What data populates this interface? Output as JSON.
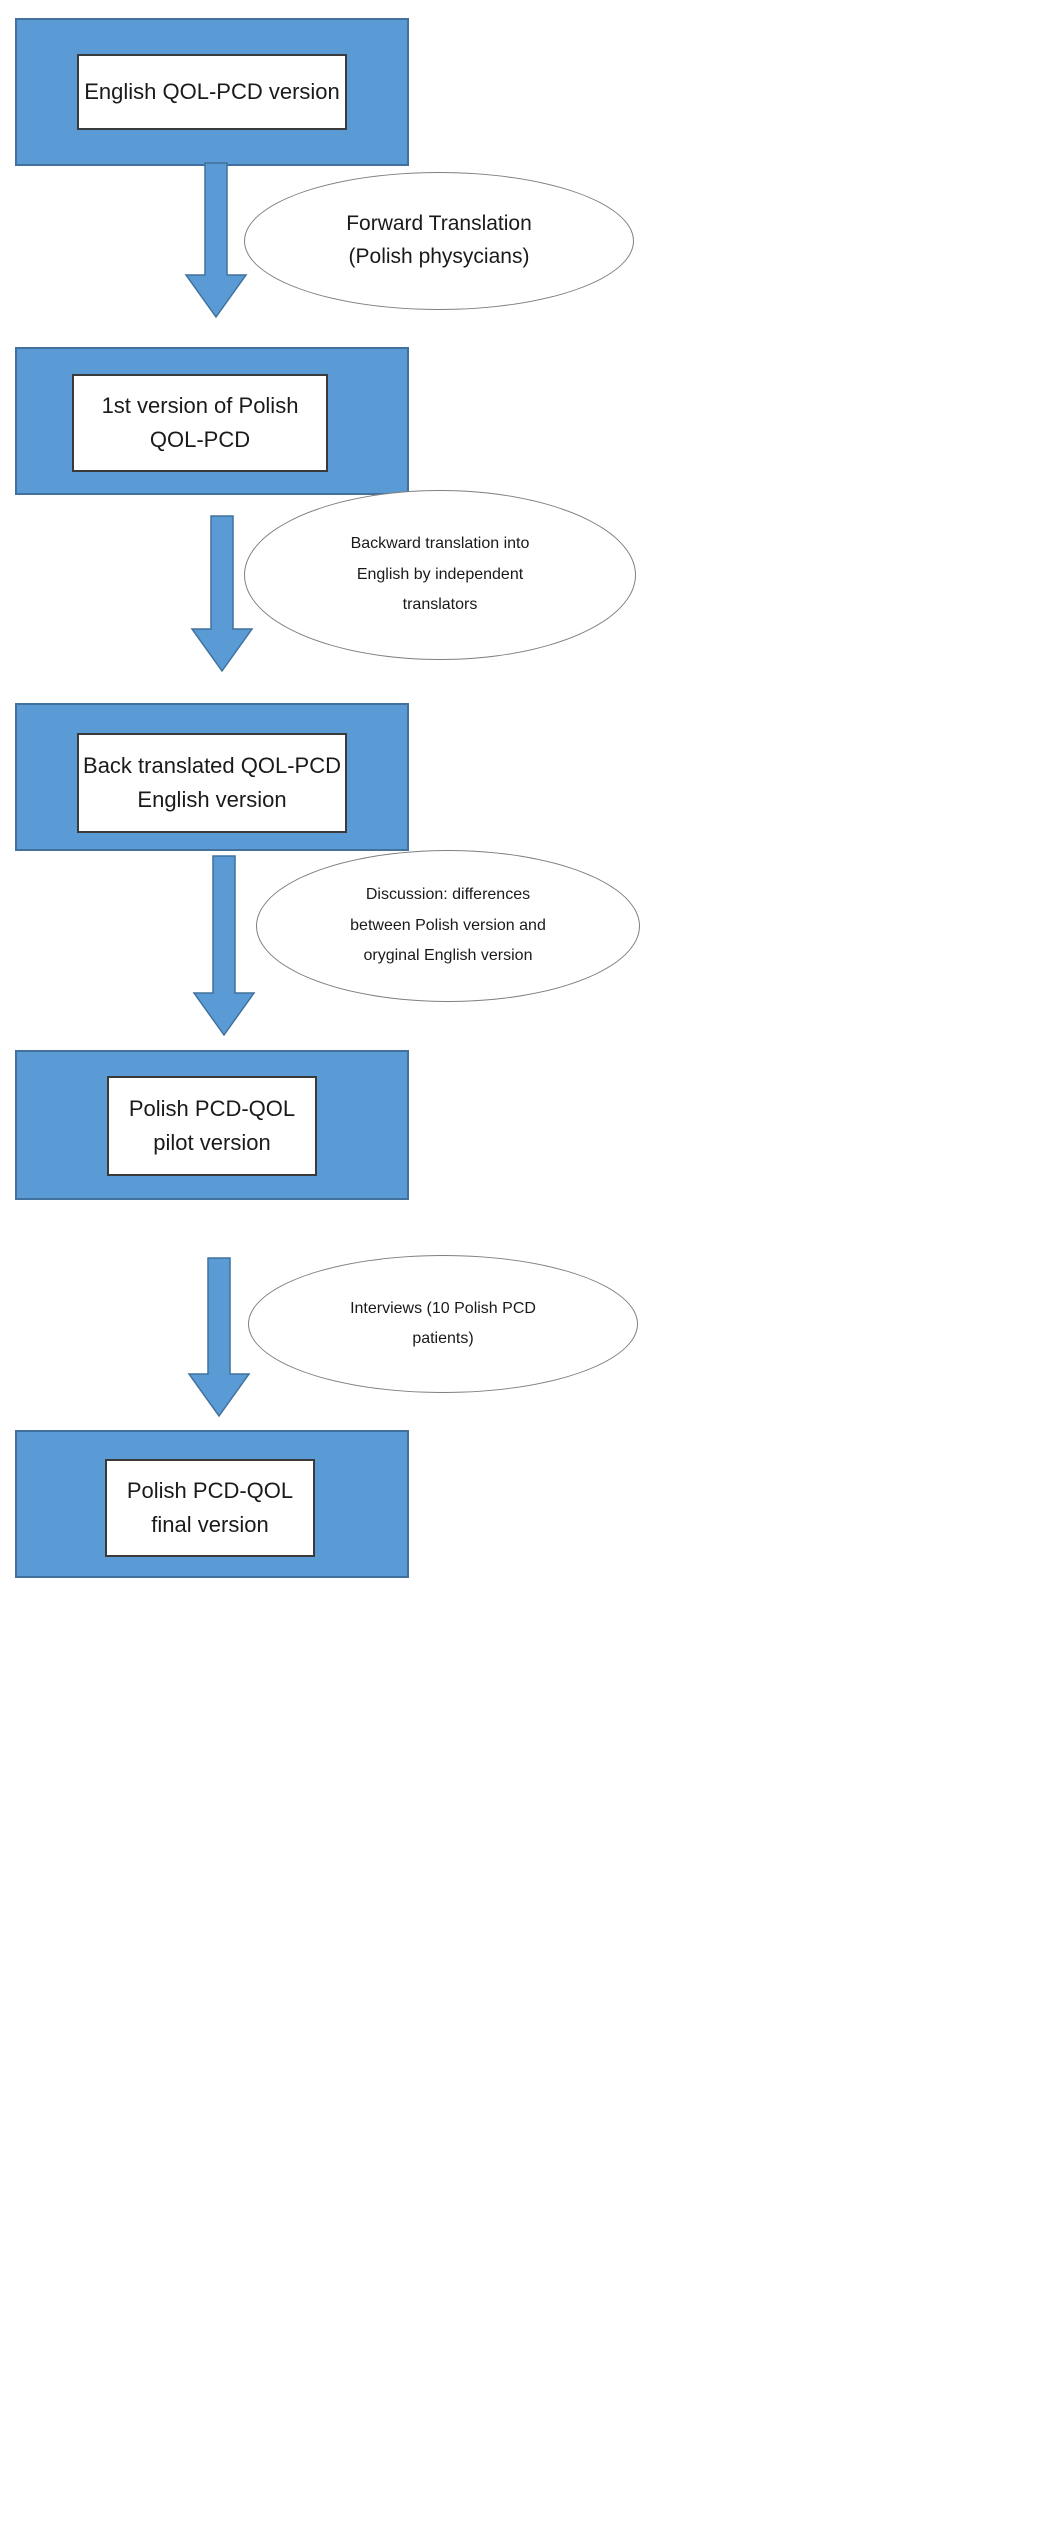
{
  "colors": {
    "panel_fill": "#5b9bd5",
    "panel_border": "#41719c",
    "arrow_fill": "#5b9bd5",
    "box_fill": "#ffffff",
    "ellipse_border": "#7f7f7f"
  },
  "steps": [
    {
      "lines": [
        "English QOL-PCD version"
      ]
    },
    {
      "lines": [
        "1st version of Polish",
        "QOL-PCD"
      ]
    },
    {
      "lines": [
        "Back translated QOL-PCD",
        "English version"
      ]
    },
    {
      "lines": [
        "Polish PCD-QOL",
        "pilot version"
      ]
    },
    {
      "lines": [
        "Polish PCD-QOL",
        "final version"
      ]
    }
  ],
  "transitions": [
    {
      "lines": [
        "Forward Translation",
        "(Polish physycians)"
      ]
    },
    {
      "lines": [
        "Backward translation into",
        "English by independent",
        "translators"
      ]
    },
    {
      "lines": [
        "Discussion: differences",
        "between Polish version and",
        "oryginal English version"
      ]
    },
    {
      "lines": [
        "Interviews (10 Polish PCD",
        "patients)"
      ]
    }
  ]
}
